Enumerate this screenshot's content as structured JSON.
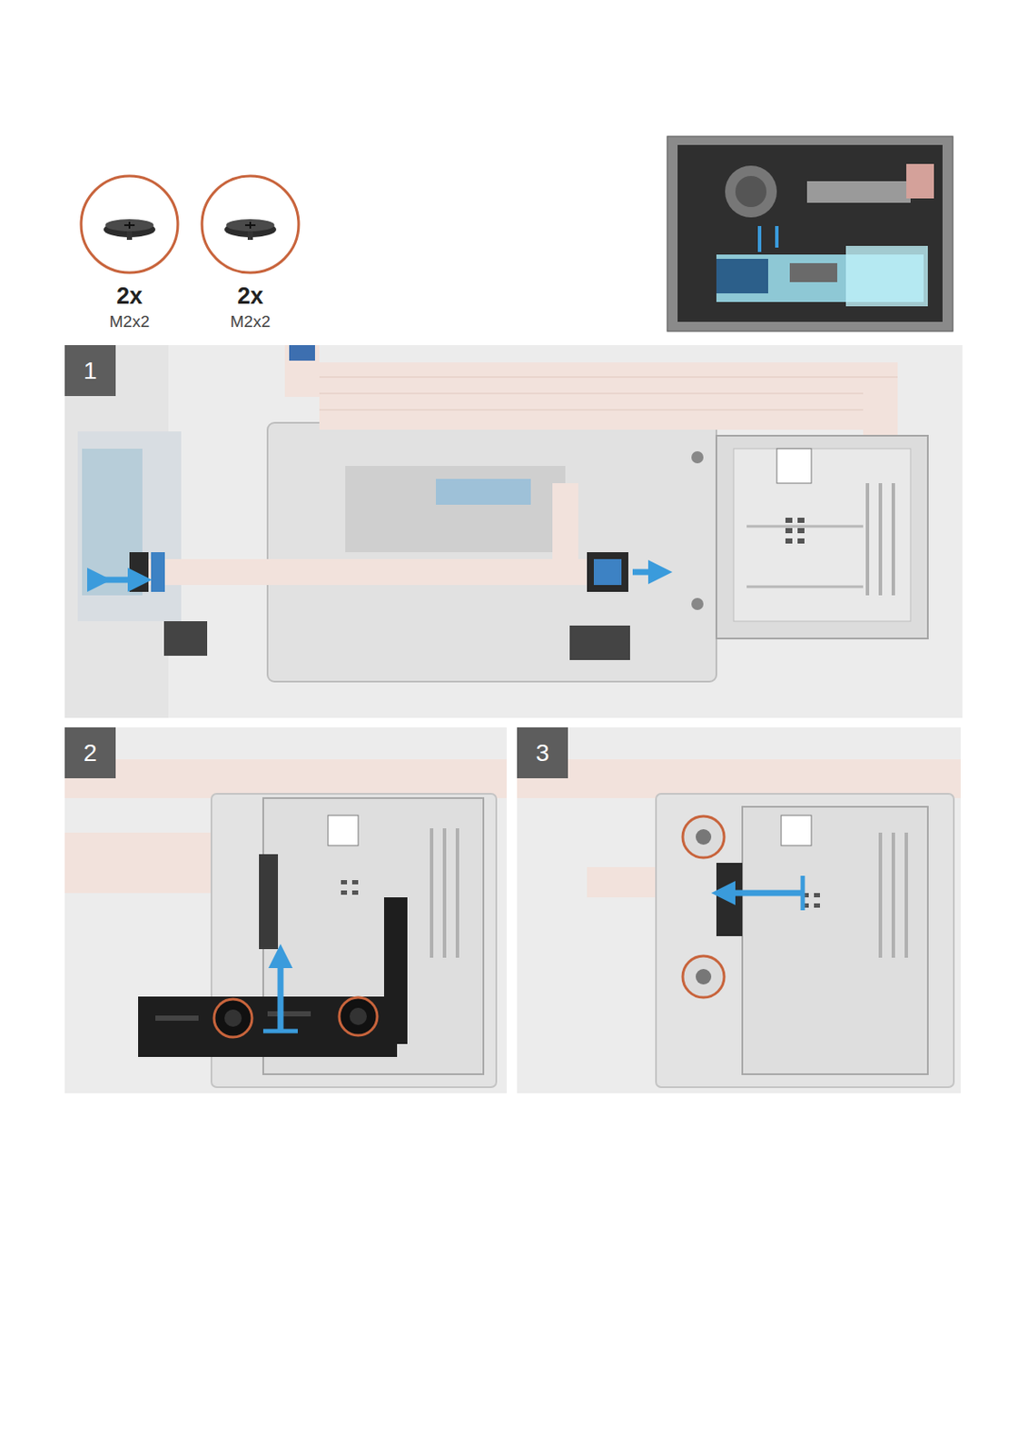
{
  "diagram": {
    "labels": [
      "2x",
      "M2x2",
      "2x",
      "M2x2",
      "1",
      "2",
      "3"
    ]
  }
}
